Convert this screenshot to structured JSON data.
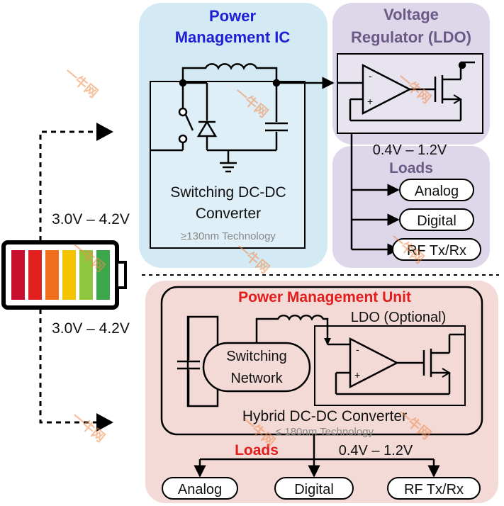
{
  "top": {
    "pmic_title_line1": "Power",
    "pmic_title_line2": "Management IC",
    "ldo_title_line1": "Voltage",
    "ldo_title_line2": "Regulator (LDO)",
    "converter_line1": "Switching DC-DC",
    "converter_line2": "Converter",
    "technology": "≥130nm Technology",
    "output_voltage": "0.4V – 1.2V",
    "loads_label": "Loads",
    "loads": [
      "Analog",
      "Digital",
      "RF Tx/Rx"
    ]
  },
  "battery": {
    "voltage_top": "3.0V – 4.2V",
    "voltage_bottom": "3.0V – 4.2V",
    "cell_colors": [
      "#c8102e",
      "#e0201c",
      "#ef6f1f",
      "#f5c400",
      "#8ec63f",
      "#3aa84a"
    ]
  },
  "bottom": {
    "pmu_title": "Power Management Unit",
    "switching_line1": "Switching",
    "switching_line2": "Network",
    "ldo_optional": "LDO (Optional)",
    "converter": "Hybrid DC-DC Converter",
    "technology": "≤ 180nm Technology",
    "loads_label": "Loads",
    "output_voltage": "0.4V – 1.2V",
    "loads": [
      "Analog",
      "Digital",
      "RF Tx/Rx"
    ]
  },
  "watermark": "一牛网",
  "colors": {
    "pmic_bg": "#d3eaf4",
    "ldo_bg": "#ddd7e9",
    "pmu_bg": "#f3dad7",
    "title_blue": "#1f1fd6",
    "title_purple": "#6a5a86",
    "title_red": "#e31c1c"
  }
}
